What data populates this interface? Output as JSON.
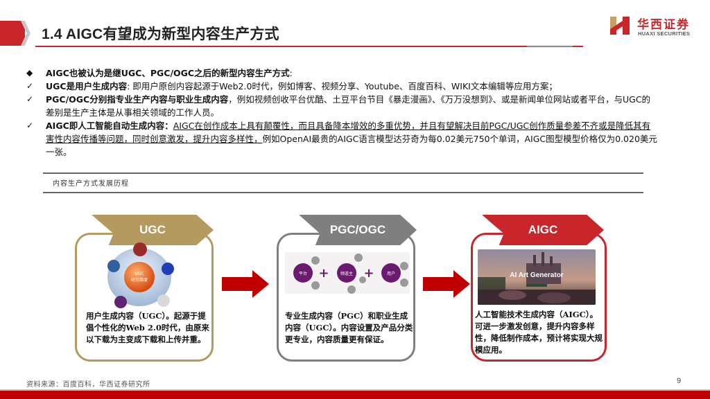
{
  "header": {
    "title": "1.4 AIGC有望成为新型内容生产方式",
    "logo": {
      "cn": "华西证券",
      "en": "HUAXI SECURITIES",
      "mark_icon": "huaxi-h-logo"
    },
    "accent_color": "#c9262b"
  },
  "bullets": {
    "intro": {
      "marker": "◆",
      "bold": "AIGC也被认为是继UGC、PGC/OGC之后的新型内容生产方式",
      "text": ":"
    },
    "items": [
      {
        "marker": "✓",
        "bold": "UGC是用户生成内容",
        "text": ": 即用户原创内容起源于Web2.0时代，例如博客、视频分享、Youtube、百度百科、WIKI文本编辑等应用方案；"
      },
      {
        "marker": "✓",
        "bold": "PGC/OGC分别指专业生产内容与职业生成内容",
        "text": "，例如视频创收平台优酷、土豆平台节目《暴走漫画》、《万万没想到》、或是新闻单位网站或者平台，与UGC的差别是生产主体是从事相关领域的工作人员。"
      },
      {
        "marker": "✓",
        "bold": "AIGC即人工智能自动生成内容：",
        "underlined": "AIGC在创作成本上具有颠覆性，而且具备降本增效的多重优势，并且有望解决目前PGC/UGC创作质量参差不齐或是降低其有害性内容传播等问题，同时创意激发，提升内容多样性，",
        "text": "例如OpenAI最贵的AIGC语言模型达芬奇为每0.02美元750个单词，AIGC图型模型价格仅为0.020美元一张。"
      }
    ]
  },
  "section": {
    "caption": "内容生产方式发展历程"
  },
  "stages": [
    {
      "label": "UGC",
      "color": "#b49a5e",
      "desc": "用户生成内容（UGC）。起源于提倡个性化的Web 2.0时代，由原来以下载为主变成下载和上传并重。",
      "diagram": {
        "center_label_1": "UGC",
        "center_label_2": "研究维度"
      }
    },
    {
      "label": "PGC/OGC",
      "color": "#7f7f7f",
      "desc": "专业生成内容（PGC）和职业生成内容（UGC）。内容设置及产品分类更专业，内容质量更有保证。",
      "diagram": {
        "nodes": [
          "平台",
          "频道主",
          "用户"
        ],
        "plus": "+"
      }
    },
    {
      "label": "AIGC",
      "color": "#c9262b",
      "desc": "人工智能技术生成内容（AIGC）。可进一步激发创意，提升内容多样性，降低制作成本，预计将实现大规模应用。",
      "image": {
        "title": "AI Art Generator"
      }
    }
  ],
  "arrow_color": "#c00000",
  "footer": {
    "source": "资料来源：百度百科，华西证券研究所",
    "page": "9"
  }
}
